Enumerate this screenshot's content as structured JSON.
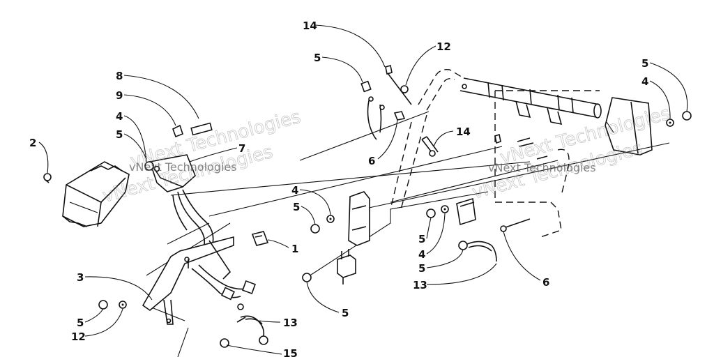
{
  "watermark": {
    "line1": "vNext Technologies"
  },
  "callouts": [
    {
      "id": "c2a",
      "text": "2"
    },
    {
      "id": "c8",
      "text": "8"
    },
    {
      "id": "c9",
      "text": "9"
    },
    {
      "id": "c4a",
      "text": "4"
    },
    {
      "id": "c5a",
      "text": "5"
    },
    {
      "id": "c7",
      "text": "7"
    },
    {
      "id": "c1",
      "text": "1"
    },
    {
      "id": "c3",
      "text": "3"
    },
    {
      "id": "c5b",
      "text": "5"
    },
    {
      "id": "c12a",
      "text": "12"
    },
    {
      "id": "c13a",
      "text": "13"
    },
    {
      "id": "c15",
      "text": "15"
    },
    {
      "id": "c14a",
      "text": "14"
    },
    {
      "id": "c12b",
      "text": "12"
    },
    {
      "id": "c5c",
      "text": "5"
    },
    {
      "id": "c14b",
      "text": "14"
    },
    {
      "id": "c6a",
      "text": "6"
    },
    {
      "id": "c4b",
      "text": "4"
    },
    {
      "id": "c5d",
      "text": "5"
    },
    {
      "id": "c5e",
      "text": "5"
    },
    {
      "id": "c5f",
      "text": "5"
    },
    {
      "id": "c4c",
      "text": "4"
    },
    {
      "id": "c5g",
      "text": "5"
    },
    {
      "id": "c13b",
      "text": "13"
    },
    {
      "id": "c6b",
      "text": "6"
    },
    {
      "id": "c5h",
      "text": "5"
    },
    {
      "id": "c4d",
      "text": "4"
    }
  ]
}
